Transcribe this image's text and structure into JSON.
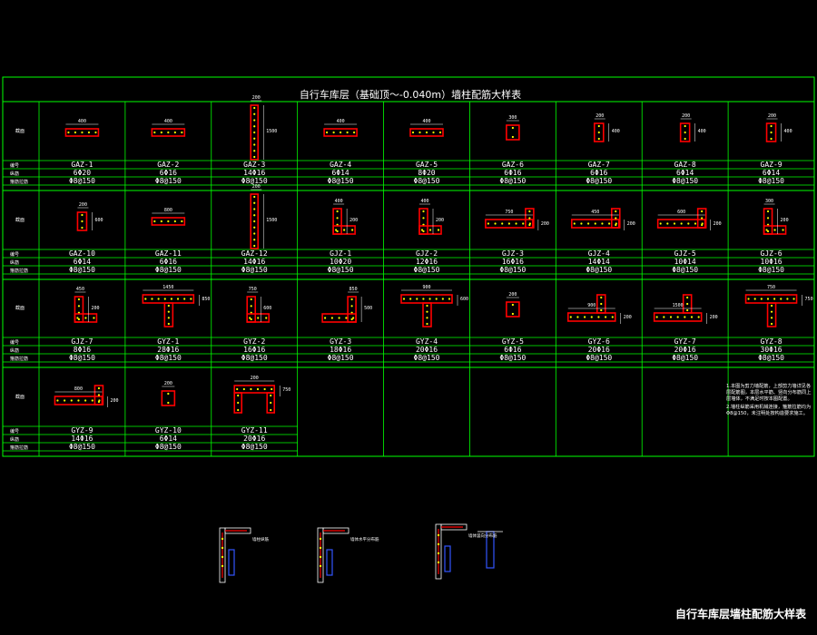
{
  "table_title": "自行车库层（基础顶～-0.040m）墙柱配筋大样表",
  "sheet_title": "自行车库层墙柱配筋大样表",
  "row_labels": {
    "section": "截面",
    "id": "编号",
    "rebar": "纵筋",
    "stirrup": "箍筋拉筋"
  },
  "rows": [
    [
      {
        "id": "GAZ-1",
        "rebar": "6Φ20",
        "stirrup": "Φ8@150",
        "dims": [
          "400"
        ]
      },
      {
        "id": "GAZ-2",
        "rebar": "6Φ16",
        "stirrup": "Φ8@150",
        "dims": [
          "400"
        ]
      },
      {
        "id": "GAZ-3",
        "rebar": "14Φ16",
        "stirrup": "Φ8@150",
        "dims": [
          "200",
          "1500"
        ]
      },
      {
        "id": "GAZ-4",
        "rebar": "6Φ14",
        "stirrup": "Φ8@150",
        "dims": [
          "400"
        ]
      },
      {
        "id": "GAZ-5",
        "rebar": "8Φ20",
        "stirrup": "Φ8@150",
        "dims": [
          "400"
        ]
      },
      {
        "id": "GAZ-6",
        "rebar": "6Φ16",
        "stirrup": "Φ8@150",
        "dims": [
          "300"
        ]
      },
      {
        "id": "GAZ-7",
        "rebar": "6Φ16",
        "stirrup": "Φ8@150",
        "dims": [
          "200",
          "400"
        ]
      },
      {
        "id": "GAZ-8",
        "rebar": "6Φ14",
        "stirrup": "Φ8@150",
        "dims": [
          "200",
          "400"
        ]
      },
      {
        "id": "GAZ-9",
        "rebar": "6Φ14",
        "stirrup": "Φ8@150",
        "dims": [
          "200",
          "400"
        ]
      }
    ],
    [
      {
        "id": "GAZ-10",
        "rebar": "6Φ14",
        "stirrup": "Φ8@150",
        "dims": [
          "200",
          "600"
        ]
      },
      {
        "id": "GAZ-11",
        "rebar": "6Φ16",
        "stirrup": "Φ8@150",
        "dims": [
          "800"
        ]
      },
      {
        "id": "GAZ-12",
        "rebar": "14Φ16",
        "stirrup": "Φ8@150",
        "dims": [
          "200",
          "1500"
        ]
      },
      {
        "id": "GJZ-1",
        "rebar": "10Φ20",
        "stirrup": "Φ8@150",
        "dims": [
          "400",
          "200"
        ]
      },
      {
        "id": "GJZ-2",
        "rebar": "12Φ16",
        "stirrup": "Φ8@150",
        "dims": [
          "400",
          "200"
        ]
      },
      {
        "id": "GJZ-3",
        "rebar": "16Φ16",
        "stirrup": "Φ8@150",
        "dims": [
          "750",
          "200"
        ]
      },
      {
        "id": "GJZ-4",
        "rebar": "14Φ14",
        "stirrup": "Φ8@150",
        "dims": [
          "450",
          "200"
        ]
      },
      {
        "id": "GJZ-5",
        "rebar": "10Φ14",
        "stirrup": "Φ8@150",
        "dims": [
          "600",
          "200"
        ]
      },
      {
        "id": "GJZ-6",
        "rebar": "10Φ16",
        "stirrup": "Φ8@150",
        "dims": [
          "300",
          "200"
        ]
      }
    ],
    [
      {
        "id": "GJZ-7",
        "rebar": "8Φ16",
        "stirrup": "Φ8@150",
        "dims": [
          "450",
          "200"
        ]
      },
      {
        "id": "GYZ-1",
        "rebar": "28Φ16",
        "stirrup": "Φ8@150",
        "dims": [
          "1450",
          "850"
        ]
      },
      {
        "id": "GYZ-2",
        "rebar": "16Φ16",
        "stirrup": "Φ8@150",
        "dims": [
          "750",
          "600"
        ]
      },
      {
        "id": "GYZ-3",
        "rebar": "18Φ16",
        "stirrup": "Φ8@150",
        "dims": [
          "850",
          "500"
        ]
      },
      {
        "id": "GYZ-4",
        "rebar": "20Φ16",
        "stirrup": "Φ8@150",
        "dims": [
          "900",
          "600"
        ]
      },
      {
        "id": "GYZ-5",
        "rebar": "6Φ16",
        "stirrup": "Φ8@150",
        "dims": [
          "200"
        ]
      },
      {
        "id": "GYZ-6",
        "rebar": "20Φ16",
        "stirrup": "Φ8@150",
        "dims": [
          "900",
          "200"
        ]
      },
      {
        "id": "GYZ-7",
        "rebar": "20Φ16",
        "stirrup": "Φ8@150",
        "dims": [
          "1500",
          "200"
        ]
      },
      {
        "id": "GYZ-8",
        "rebar": "30Φ16",
        "stirrup": "Φ8@150",
        "dims": [
          "750",
          "750"
        ]
      }
    ],
    [
      {
        "id": "GYZ-9",
        "rebar": "14Φ16",
        "stirrup": "Φ8@150",
        "dims": [
          "800",
          "200"
        ]
      },
      {
        "id": "GYZ-10",
        "rebar": "6Φ14",
        "stirrup": "Φ8@150",
        "dims": [
          "200"
        ]
      },
      {
        "id": "GYZ-11",
        "rebar": "20Φ16",
        "stirrup": "Φ8@150",
        "dims": [
          "200",
          "750"
        ]
      }
    ]
  ],
  "notes": [
    "1.本图为剪力墙配筋，上部剪力墙详见各层配筋图，本层水平筋、竖向分布筋同上层墙体，不满足时按本图配置。",
    "2.墙柱纵筋采用机械连接，箍筋拉筋均为Φ8@150，未注明处按构造要求施工。"
  ],
  "detail_labels": [
    "墙柱纵筋",
    "墙体水平分布筋",
    "墙体竖向分布筋"
  ],
  "colors": {
    "grid": "#00ff00",
    "section": "#ff0000",
    "rebar": "#ffff00",
    "detail": "#3355ff"
  }
}
